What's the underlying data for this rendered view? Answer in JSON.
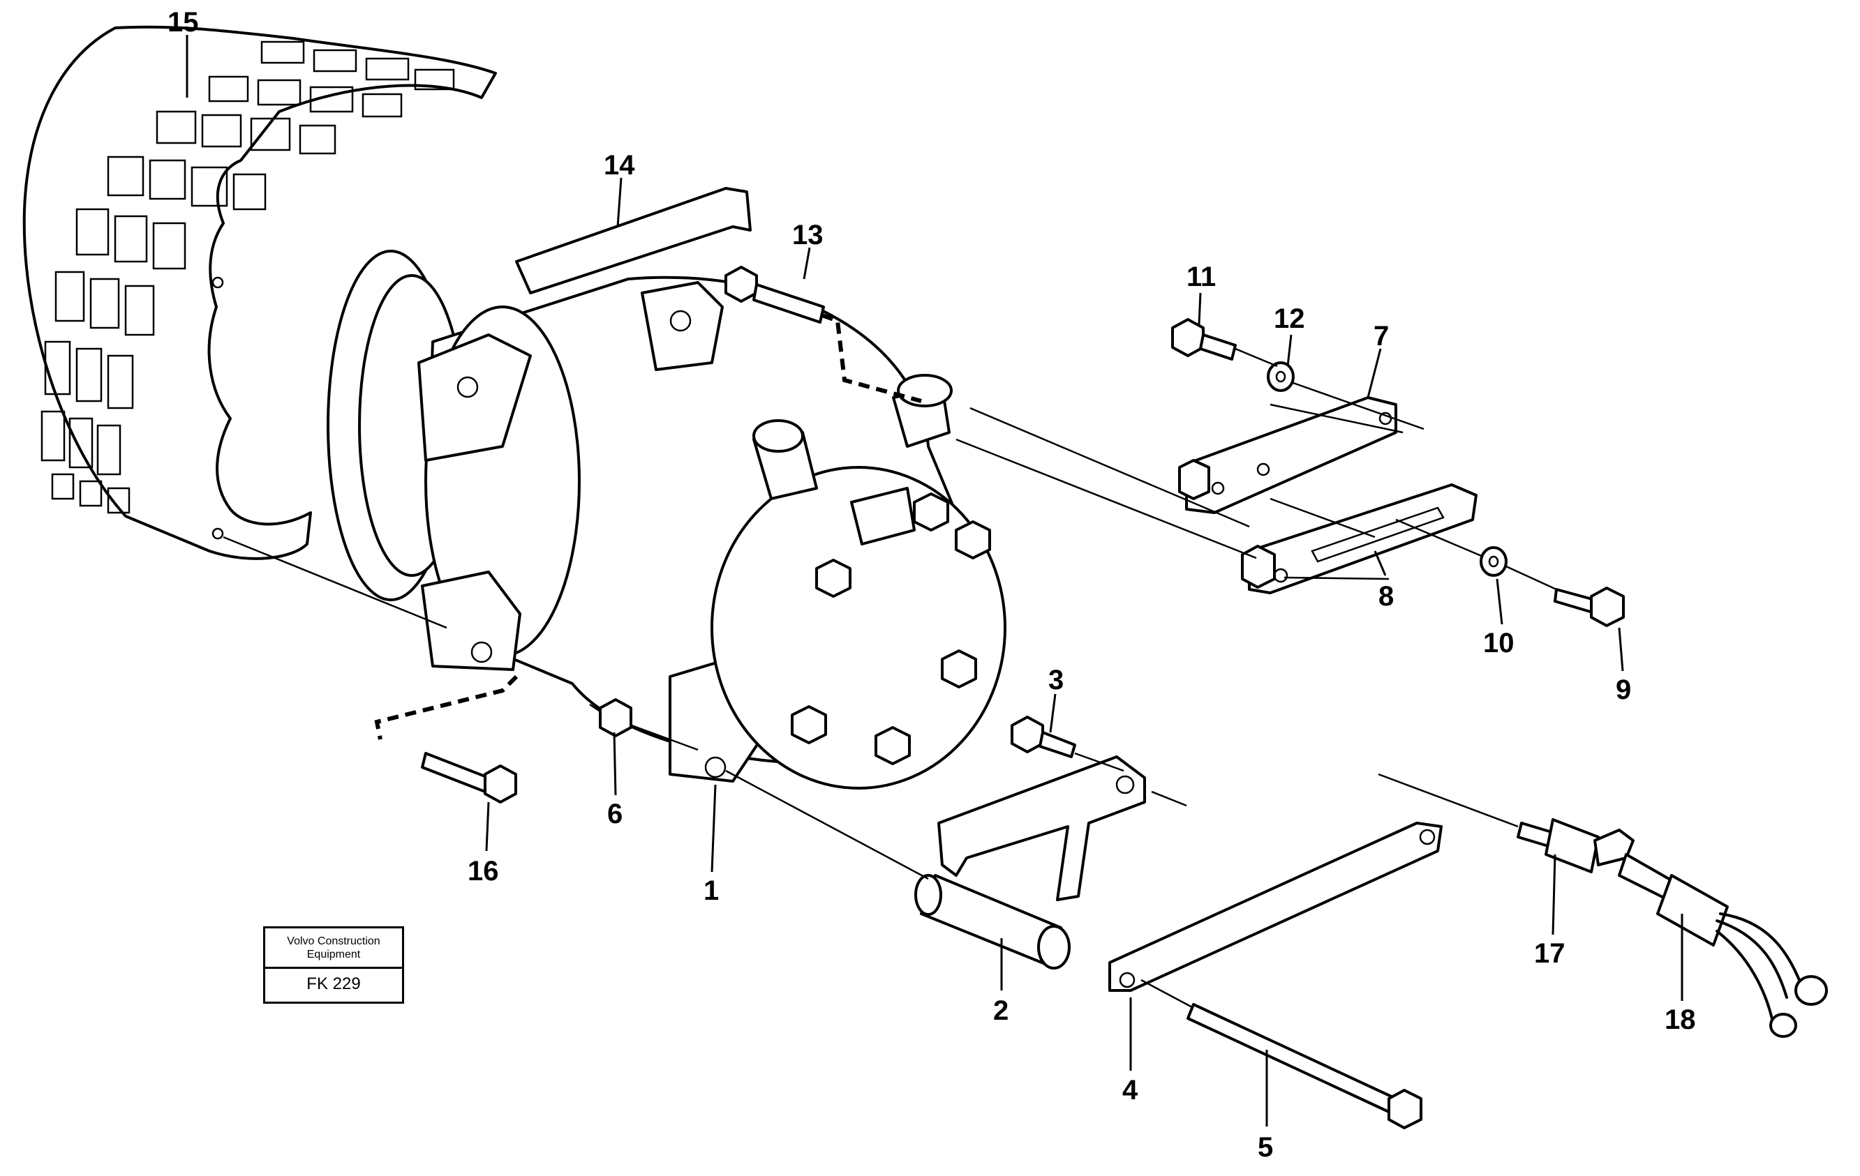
{
  "title_block": {
    "company_line1": "Volvo Construction",
    "company_line2": "Equipment",
    "figure_code": "FK 229"
  },
  "callouts": [
    "1",
    "2",
    "3",
    "4",
    "5",
    "6",
    "7",
    "8",
    "9",
    "10",
    "11",
    "12",
    "13",
    "14",
    "15",
    "16",
    "17",
    "18"
  ]
}
